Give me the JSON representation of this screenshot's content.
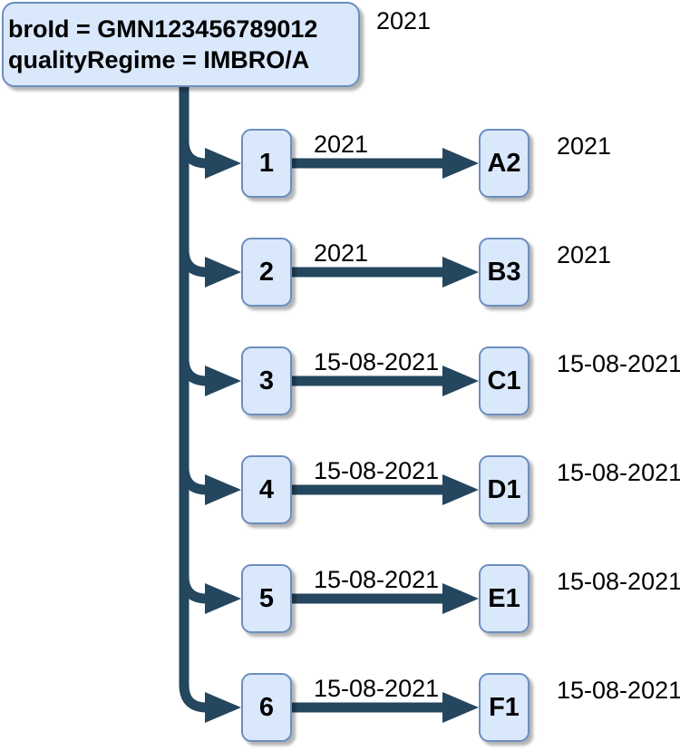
{
  "root": {
    "label_line1": "broId = GMN123456789012",
    "label_line2": "qualityRegime = IMBRO/A",
    "side_label": "2021"
  },
  "rows": [
    {
      "source": "1",
      "target": "A2",
      "edge_label": "2021",
      "side_label": "2021"
    },
    {
      "source": "2",
      "target": "B3",
      "edge_label": "2021",
      "side_label": "2021"
    },
    {
      "source": "3",
      "target": "C1",
      "edge_label": "15-08-2021",
      "side_label": "15-08-2021"
    },
    {
      "source": "4",
      "target": "D1",
      "edge_label": "15-08-2021",
      "side_label": "15-08-2021"
    },
    {
      "source": "5",
      "target": "E1",
      "edge_label": "15-08-2021",
      "side_label": "15-08-2021"
    },
    {
      "source": "6",
      "target": "F1",
      "edge_label": "15-08-2021",
      "side_label": "15-08-2021"
    }
  ],
  "colors": {
    "node_fill": "#dae8fc",
    "node_border": "#6c8ebf",
    "connector": "#24465e",
    "text": "#000000"
  }
}
